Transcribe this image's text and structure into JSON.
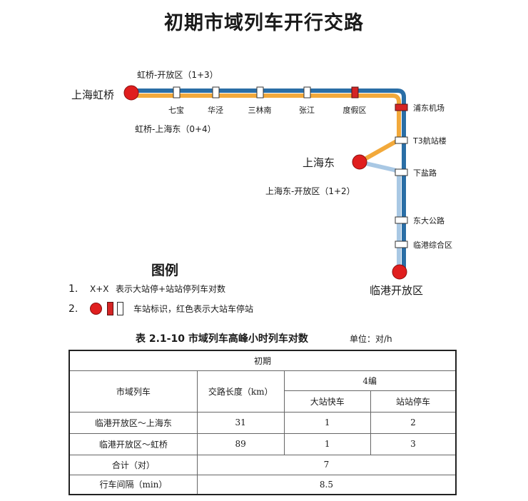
{
  "title": "初期市域列车开行交路",
  "route_labels": {
    "hq_open": "虹桥-开放区（1+3）",
    "hq_sheast": "虹桥-上海东（0+4）",
    "sheast_open": "上海东-开放区（1+2）"
  },
  "terminals": {
    "hongqiao": "上海虹桥",
    "shanghai_east": "上海东",
    "lingang": "临港开放区"
  },
  "stations": {
    "qibao": "七宝",
    "huajing": "华泾",
    "sanlinnan": "三林南",
    "zhangjiang": "张江",
    "dujiaqu": "度假区",
    "pudong_airport": "浦东机场",
    "t3": "T3航站楼",
    "xiayan": "下盐路",
    "dongda": "东大公路",
    "lingang_zonghe": "临港综合区"
  },
  "colors": {
    "line_blue": "#2a6ea6",
    "line_orange": "#f2a93b",
    "line_lightblue": "#a9c8e4",
    "station_red": "#e01e1e"
  },
  "legend": {
    "title": "图例",
    "item1_num": "1.",
    "item1_code": "X+X",
    "item1_text": "表示大站停+站站停列车对数",
    "item2_num": "2.",
    "item2_text": "车站标识，红色表示大站车停站"
  },
  "table": {
    "caption": "表 2.1-10  市域列车高峰小时列车对数",
    "unit": "单位：对/h",
    "header_period": "初期",
    "col_train": "市域列车",
    "col_length": "交路长度（km）",
    "col_group": "4编",
    "col_express": "大站快车",
    "col_local": "站站停车",
    "rows": [
      {
        "name": "临港开放区～上海东",
        "length": "31",
        "express": "1",
        "local": "2"
      },
      {
        "name": "临港开放区～虹桥",
        "length": "89",
        "express": "1",
        "local": "3"
      }
    ],
    "total_label": "合计（对）",
    "total_value": "7",
    "interval_label": "行车间隔（min）",
    "interval_value": "8.5"
  }
}
